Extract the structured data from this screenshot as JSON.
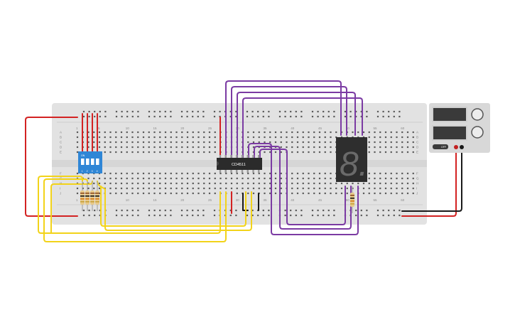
{
  "circuit": {
    "chip_label": "CD4511",
    "dip_switch": {
      "on_label": "ON",
      "numbers": [
        "1",
        "2",
        "3",
        "4"
      ]
    },
    "display_digit": "8.",
    "column_numbers": [
      "1",
      "5",
      "10",
      "15",
      "20",
      "25",
      "30",
      "35",
      "40",
      "45",
      "50",
      "55",
      "60"
    ],
    "row_letters_top": [
      "A",
      "B",
      "C",
      "D",
      "E"
    ],
    "row_letters_bottom": [
      "F",
      "G",
      "H",
      "I",
      "J"
    ],
    "power_supply": {
      "neg_label": "OFF"
    },
    "colors": {
      "board": "#e2e2e2",
      "hole": "#5a5a5a",
      "wire_red": "#d32222",
      "wire_yellow": "#f2d31a",
      "wire_purple": "#7b3ba3",
      "wire_black": "#1a1a1a",
      "chip": "#2b2b2b",
      "dip_switch": "#2f86d6",
      "display": "#2e2e2e",
      "supply": "#d8d8d8"
    }
  }
}
